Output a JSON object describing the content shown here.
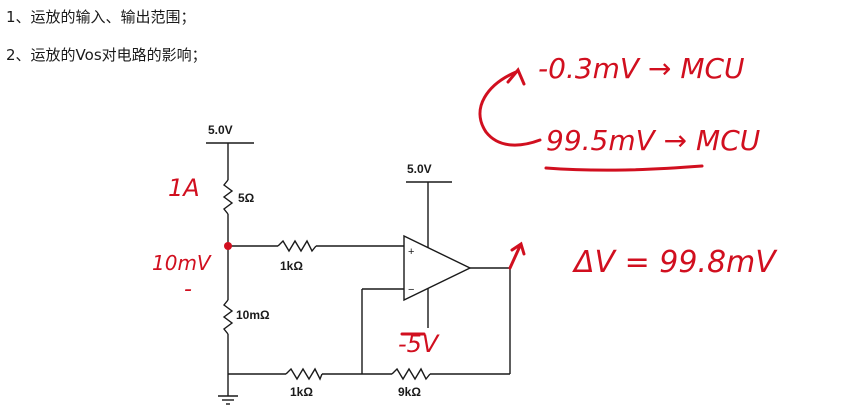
{
  "notes": {
    "line1": "1、运放的输入、输出范围；",
    "line2": "2、运放的Vos对电路的影响；"
  },
  "circuit": {
    "supply_top": "5.0V",
    "supply_opamp": "5.0V",
    "r_top": "5Ω",
    "r_bottom": "10mΩ",
    "r_in": "1kΩ",
    "r_ground": "1kΩ",
    "r_feedback": "9kΩ",
    "pin_plus": "+",
    "pin_minus": "−"
  },
  "annotations": {
    "current": "1A",
    "node_voltage": "10mV",
    "minus_mark": "-",
    "neg_supply": "-5V",
    "out1": "-0.3mV → MCU",
    "out2": "99.5mV → MCU",
    "delta": "ΔV = 99.8mV"
  },
  "colors": {
    "ink": "#1a1a1a",
    "red": "#d10f1f"
  }
}
